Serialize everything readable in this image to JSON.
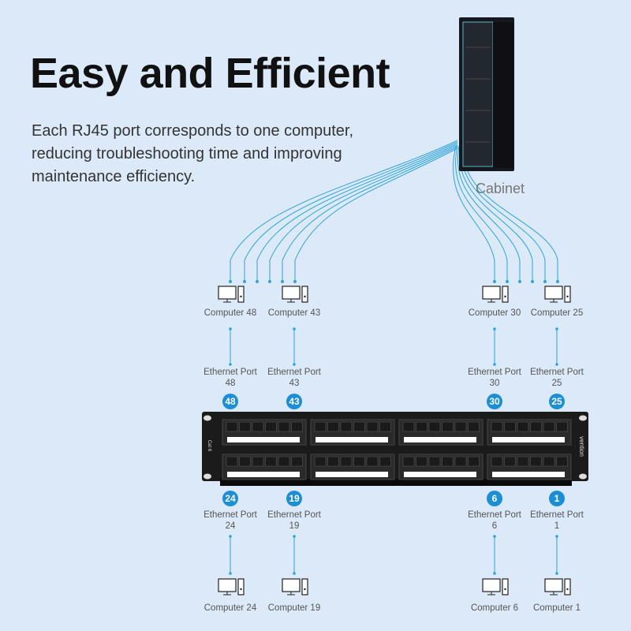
{
  "title": "Easy and Efficient",
  "description": "Each RJ45 port corresponds to one computer, reducing troubleshooting time and improving maintenance efficiency.",
  "cabinet_label": "Cabinet",
  "colors": {
    "background": "#dce9f8",
    "accent": "#1a8fd8",
    "cable": "#2aa3e0",
    "panel": "#1b1b1b"
  },
  "panel": {
    "brand": "vention",
    "cat_label": "Cat 6"
  },
  "top": [
    {
      "computer": "Computer 48",
      "port": "Ethernet Port 48",
      "badge": "48"
    },
    {
      "computer": "Computer 43",
      "port": "Ethernet Port 43",
      "badge": "43"
    },
    {
      "computer": "Computer 30",
      "port": "Ethernet Port 30",
      "badge": "30"
    },
    {
      "computer": "Computer 25",
      "port": "Ethernet Port 25",
      "badge": "25"
    }
  ],
  "bottom": [
    {
      "computer": "Computer 24",
      "port": "Ethernet Port 24",
      "badge": "24"
    },
    {
      "computer": "Computer 19",
      "port": "Ethernet Port 19",
      "badge": "19"
    },
    {
      "computer": "Computer 6",
      "port": "Ethernet Port 6",
      "badge": "6"
    },
    {
      "computer": "Computer 1",
      "port": "Ethernet Port 1",
      "badge": "1"
    }
  ]
}
